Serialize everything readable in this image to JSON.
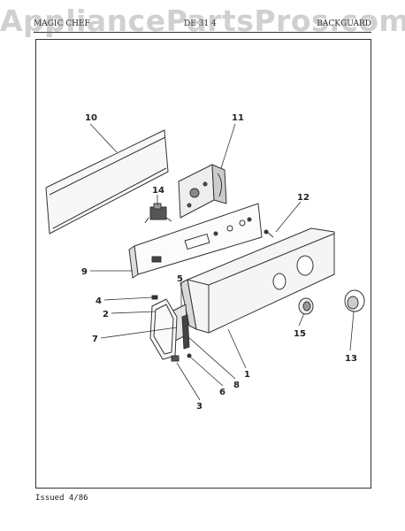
{
  "header": {
    "left": "MAGIC CHEF",
    "center": "DE 31 4",
    "right": "BACKGUARD"
  },
  "watermark": "AppliancePartsPros.com",
  "callouts": [
    {
      "id": "10",
      "label": "10"
    },
    {
      "id": "11",
      "label": "11"
    },
    {
      "id": "14",
      "label": "14"
    },
    {
      "id": "12",
      "label": "12"
    },
    {
      "id": "9",
      "label": "9"
    },
    {
      "id": "5",
      "label": "5"
    },
    {
      "id": "4",
      "label": "4"
    },
    {
      "id": "2",
      "label": "2"
    },
    {
      "id": "7",
      "label": "7"
    },
    {
      "id": "15",
      "label": "15"
    },
    {
      "id": "13",
      "label": "13"
    },
    {
      "id": "1",
      "label": "1"
    },
    {
      "id": "8",
      "label": "8"
    },
    {
      "id": "6",
      "label": "6"
    },
    {
      "id": "3",
      "label": "3"
    }
  ],
  "footer": "Issued 4/86"
}
